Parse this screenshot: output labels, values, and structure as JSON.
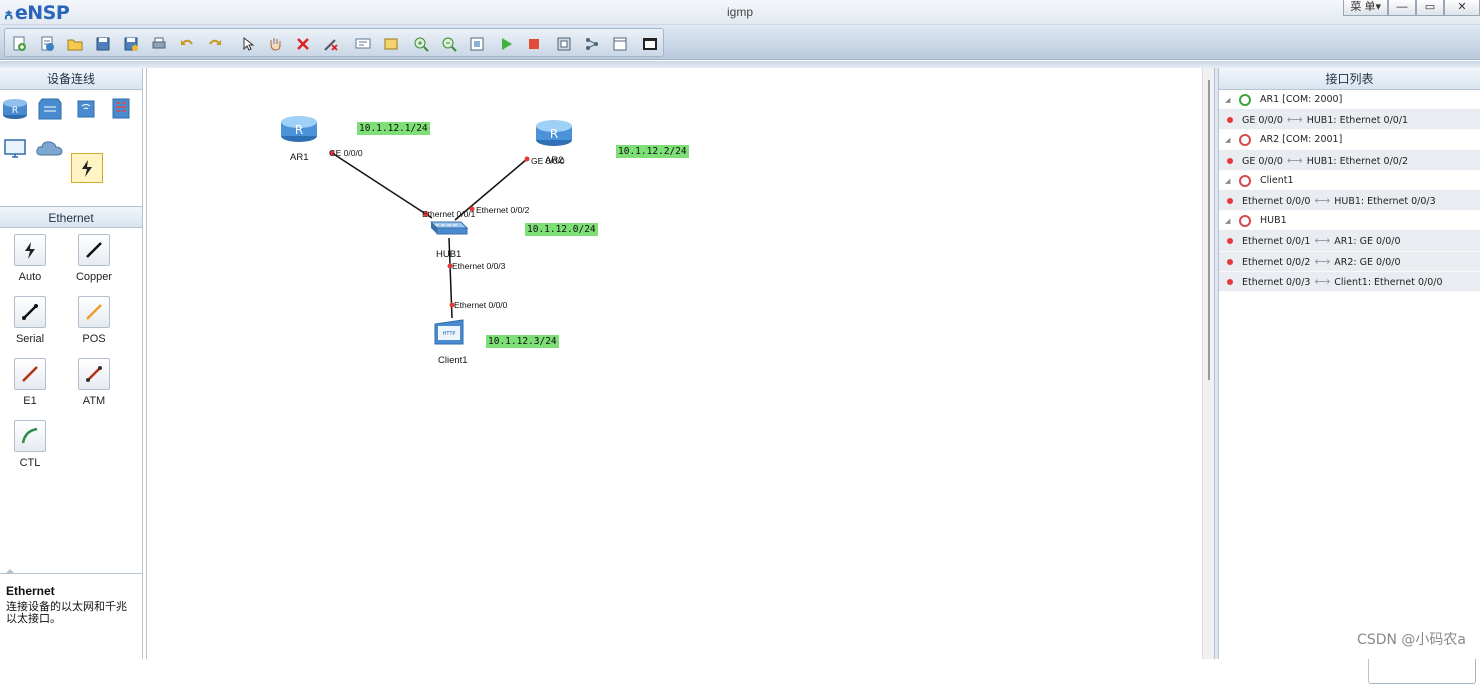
{
  "app": {
    "logo": "eNSP",
    "title": "igmp"
  },
  "window_controls": {
    "menu": "菜 单▾",
    "minimize": "—",
    "restore": "▭",
    "close": "✕"
  },
  "left_panel": {
    "title": "设备连线",
    "cable_section_title": "Ethernet",
    "cables": [
      {
        "label": "Auto"
      },
      {
        "label": "Copper"
      },
      {
        "label": "Serial"
      },
      {
        "label": "POS"
      },
      {
        "label": "E1"
      },
      {
        "label": "ATM"
      },
      {
        "label": "CTL"
      }
    ],
    "description": {
      "title": "Ethernet",
      "text": "连接设备的以太网和千兆以太接口。"
    }
  },
  "topology": {
    "nodes": [
      {
        "name": "AR1"
      },
      {
        "name": "AR2"
      },
      {
        "name": "HUB1"
      },
      {
        "name": "Client1"
      }
    ],
    "networks": [
      "10.1.12.1/24",
      "10.1.12.2/24",
      "10.1.12.0/24",
      "10.1.12.3/24"
    ],
    "ports": {
      "ar1_ge": "GE 0/0/0",
      "ar2_ge": "GE 0/0/0",
      "hub_e1": "Ethernet 0/0/1",
      "hub_e2": "Ethernet 0/0/2",
      "hub_e3": "Ethernet 0/0/3",
      "client_e0": "Ethernet 0/0/0"
    },
    "ar2_overlap_text": "AR2"
  },
  "right_panel": {
    "title": "接口列表",
    "rows": [
      {
        "type": "device",
        "text": "AR1 [COM: 2000]",
        "status": "#3aa63a"
      },
      {
        "type": "link",
        "local": "GE 0/0/0",
        "remote": "HUB1: Ethernet 0/0/1"
      },
      {
        "type": "device",
        "text": "AR2 [COM: 2001]",
        "status": "#d84a4a"
      },
      {
        "type": "link",
        "local": "GE 0/0/0",
        "remote": "HUB1: Ethernet 0/0/2"
      },
      {
        "type": "device",
        "text": "Client1",
        "status": "#d84a4a"
      },
      {
        "type": "link",
        "local": "Ethernet 0/0/0",
        "remote": "HUB1: Ethernet 0/0/3"
      },
      {
        "type": "device",
        "text": "HUB1",
        "status": "#d84a4a"
      },
      {
        "type": "link",
        "local": "Ethernet 0/0/1",
        "remote": "AR1: GE 0/0/0"
      },
      {
        "type": "link",
        "local": "Ethernet 0/0/2",
        "remote": "AR2: GE 0/0/0"
      },
      {
        "type": "link",
        "local": "Ethernet 0/0/3",
        "remote": "Client1: Ethernet 0/0/0"
      }
    ]
  },
  "watermark": "CSDN @小码农a",
  "toolbar_icons": [
    "new-topology-icon",
    "new-exam-icon",
    "open-icon",
    "save-icon",
    "save-as-icon",
    "print-icon",
    "undo-icon",
    "redo-icon",
    "select-icon",
    "pan-icon",
    "delete-icon",
    "delete-link-icon",
    "text-icon",
    "rectangle-icon",
    "zoom-in-icon",
    "zoom-out-icon",
    "fit-icon",
    "start-icon",
    "stop-icon",
    "capture-icon",
    "topology-icon",
    "grid-icon",
    "console-icon"
  ],
  "toolbar_right_icons": [
    "feedback-icon",
    "huawei-icon",
    "settings-icon",
    "help-icon"
  ]
}
